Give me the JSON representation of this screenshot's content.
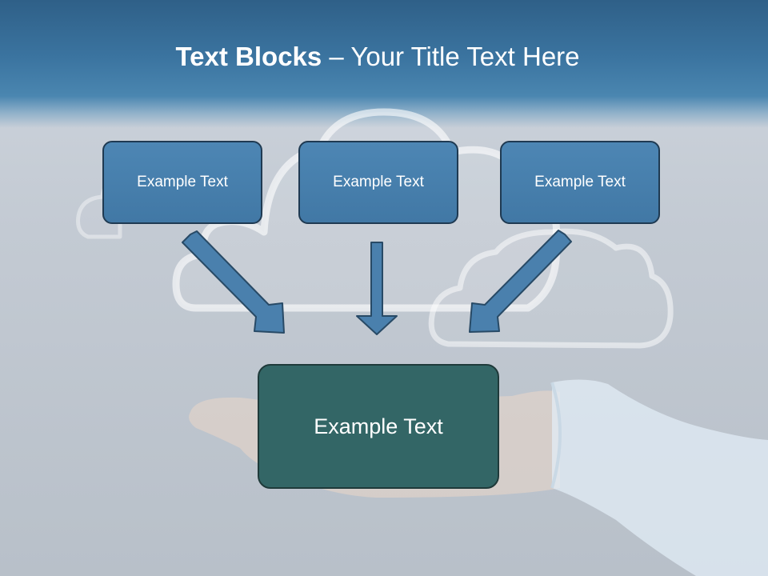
{
  "slide": {
    "title_bold": "Text Blocks",
    "title_separator": " – ",
    "title_rest": "Your Title Text Here"
  },
  "blocks": [
    {
      "label": "Example Text"
    },
    {
      "label": "Example Text"
    },
    {
      "label": "Example Text"
    }
  ],
  "main_block": {
    "label": "Example Text"
  },
  "colors": {
    "header": "#3b74a0",
    "block_fill": "#4a80ad",
    "main_block_fill": "#336666",
    "arrow_fill": "#4a80ad"
  }
}
